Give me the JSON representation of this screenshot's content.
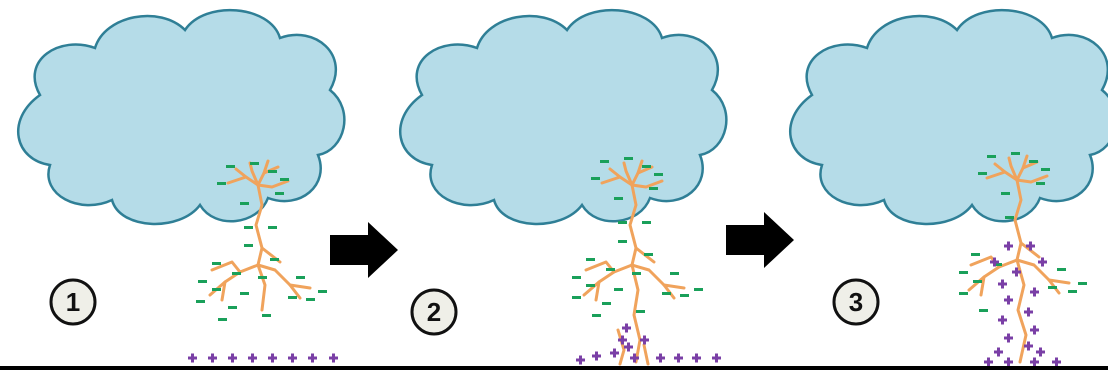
{
  "colors": {
    "cloud_fill": "#b5dce8",
    "cloud_stroke": "#2f7f96",
    "bolt": "#f0a35c",
    "negative_charge": "#1aa05a",
    "positive_charge": "#7a3fa6",
    "badge_bg": "#efefe8",
    "ground": "#000000",
    "arrow": "#000000"
  },
  "stages": [
    {
      "label": "1",
      "charge_symbol_negative": "–",
      "charge_symbol_positive": "+"
    },
    {
      "label": "2",
      "charge_symbol_negative": "–",
      "charge_symbol_positive": "+"
    },
    {
      "label": "3",
      "charge_symbol_negative": "–",
      "charge_symbol_positive": "+"
    }
  ],
  "icons": [
    "right-arrow-icon",
    "cloud-icon",
    "lightning-icon"
  ]
}
